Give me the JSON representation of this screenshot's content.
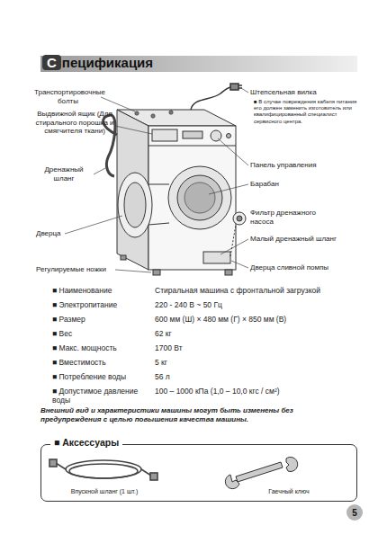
{
  "diagram": {
    "title": "Спецификация",
    "nodes": [
      {
        "text": [
          "■ Аксессуары",
          "Впускной шланг (1 шт.)",
          "Гаечный ключ"
        ]
      },
      {
        "text": [
          "5"
        ]
      }
    ],
    "labels": [
      "Транспортировочные болты",
      "Выдвижной ящик (Для стирального порошка и смягчителя ткани)",
      "Дренажный шланг",
      "Дверца",
      "Регулируемые ножки",
      "Штепсельная вилка",
      "■ В случае повреждения кабеля питания его должен заменить изготовитель или квалифицированный специалист сервисного центра.",
      "Панель управления",
      "Барабан",
      "Фильтр дренажного насоса",
      "Малый дренажный шланг",
      "Дверца сливной помпы",
      "■ Наименование",
      "Стиральная машина с фронтальной загрузкой",
      "■ Электропитание",
      "220 - 240 В ~ 50 Гц",
      "■ Размер",
      "600 мм (Ш) × 480 мм (Г) × 850 мм (В)",
      "■ Вес",
      "62 кг",
      "■ Макс. мощность",
      "1700 Вт",
      "■ Вместимость",
      "5 кг",
      "■ Потребление воды",
      "56 л",
      "■ Допустимое давление воды",
      "100 – 1000 кПа (1,0 – 10,0 кгс / см²)",
      "Внешний вид и характеристики машины могут быть изменены без предупреждения с целью повышения качества машины."
    ]
  }
}
